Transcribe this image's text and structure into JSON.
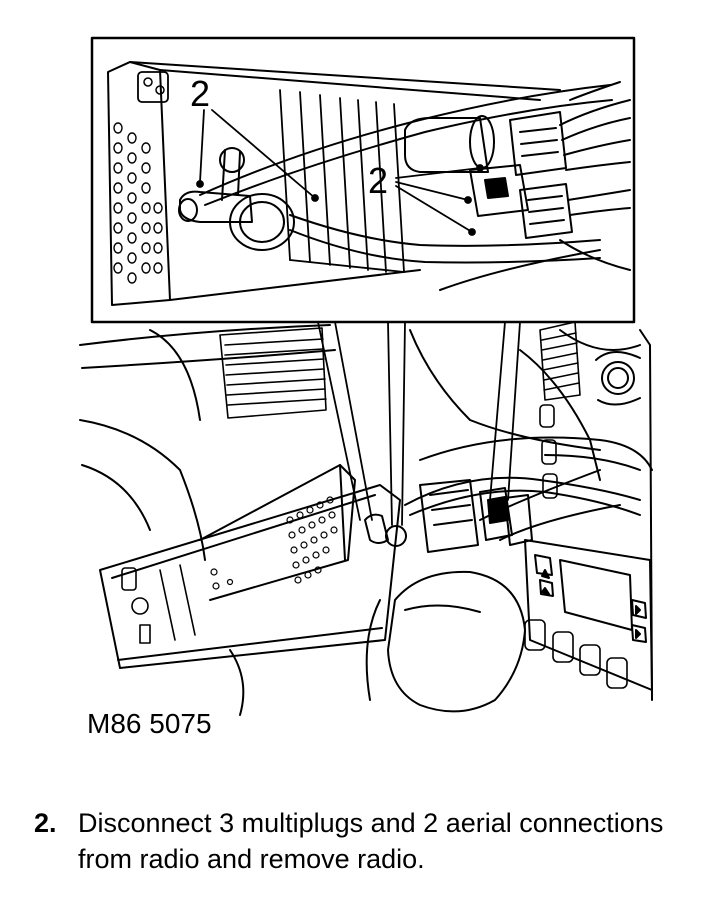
{
  "figure": {
    "reference": "M86 5075",
    "callouts": [
      "2",
      "2"
    ]
  },
  "instruction": {
    "number": "2.",
    "text": "Disconnect 3 multiplugs and 2 aerial connections from radio and remove radio."
  }
}
